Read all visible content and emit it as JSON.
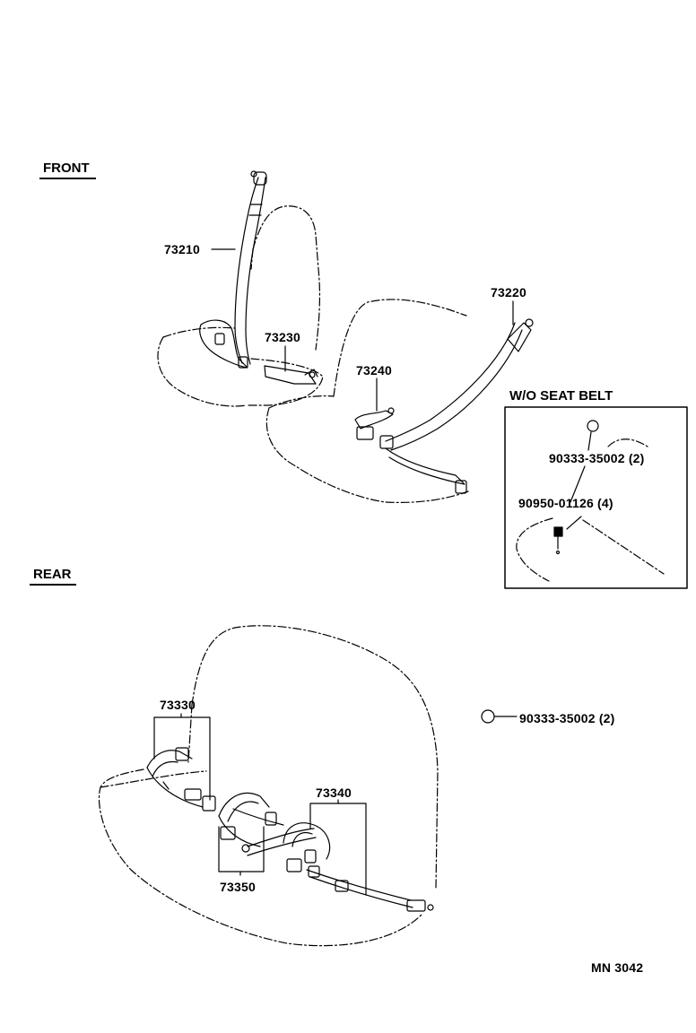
{
  "sections": {
    "front": "FRONT",
    "rear": "REAR"
  },
  "inset": {
    "title": "W/O SEAT BELT"
  },
  "parts": {
    "p73210": "73210",
    "p73220": "73220",
    "p73230": "73230",
    "p73240": "73240",
    "p73330": "73330",
    "p73340": "73340",
    "p73350": "73350",
    "plug_inset": "90333-35002 (2)",
    "bolt_inset": "90950-01126 (4)",
    "plug_rear": "90333-35002 (2)"
  },
  "drawing_code": "MN  3042"
}
